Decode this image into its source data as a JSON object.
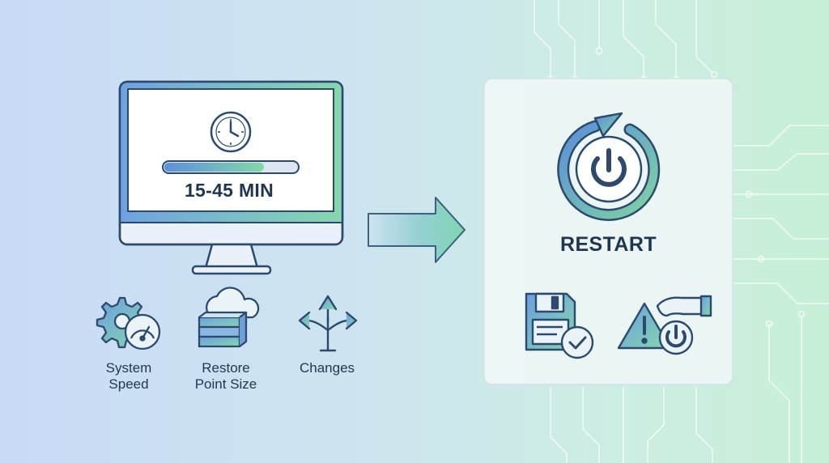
{
  "monitor": {
    "duration_label": "15-45 MIN",
    "progress": 0.75,
    "icons": [
      "clock-icon",
      "progress-bar"
    ]
  },
  "factors": [
    {
      "icon": "gear-speedometer-icon",
      "label_line1": "System",
      "label_line2": "Speed"
    },
    {
      "icon": "cloud-database-icon",
      "label_line1": "Restore",
      "label_line2": "Point Size"
    },
    {
      "icon": "branching-arrows-icon",
      "label_line1": "Changes",
      "label_line2": ""
    }
  ],
  "restart_panel": {
    "title": "RESTART",
    "icons": [
      "restart-power-icon",
      "save-check-icon",
      "warning-power-icon"
    ]
  },
  "colors": {
    "navy": "#1f3550",
    "blue": "#5b8fd8",
    "green": "#7fd3a4",
    "panel": "#eef6f5"
  }
}
